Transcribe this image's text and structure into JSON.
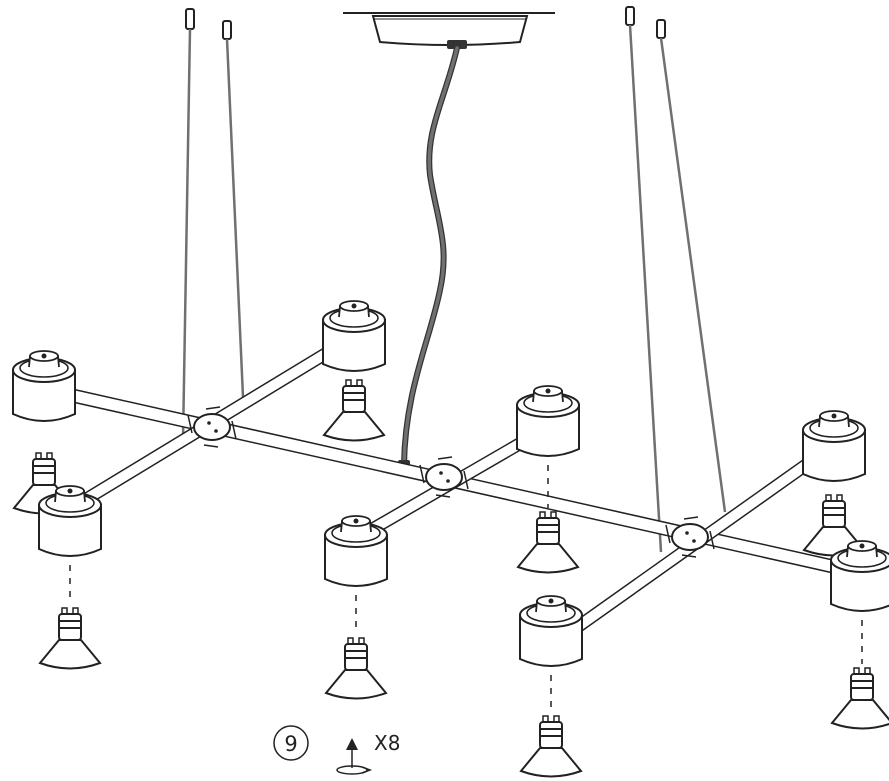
{
  "figure": {
    "step_number": "9",
    "quantity_label": "X8"
  },
  "parts": {
    "suspension_cables": 4,
    "lamp_holders": 8,
    "bulbs": 8
  },
  "colors": {
    "line": "#222222",
    "cable": "#707070",
    "cable_outline": "#333333",
    "fill": "#ffffff"
  },
  "icons": {
    "rotation": "twist-arrow-icon",
    "insert": "up-arrow-icon"
  }
}
